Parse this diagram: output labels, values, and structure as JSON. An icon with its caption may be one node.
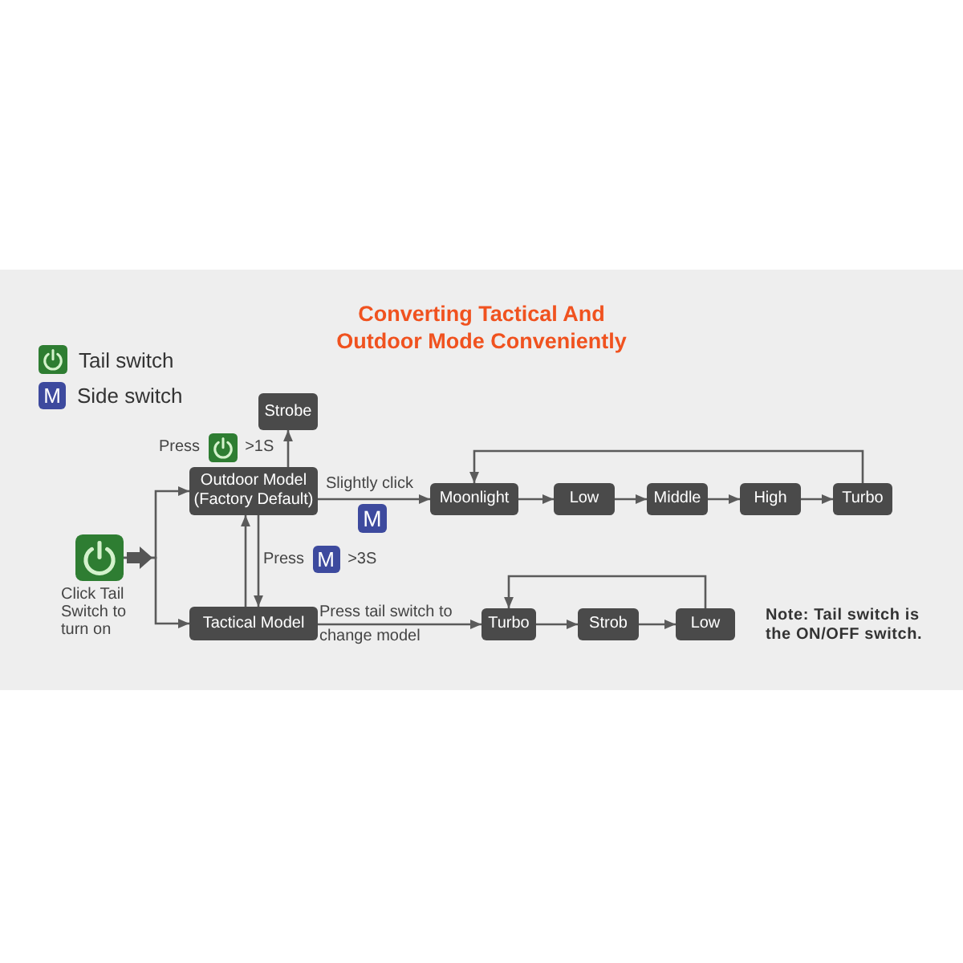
{
  "diagram": {
    "title": "Converting Tactical And Outdoor Mode Conveniently",
    "nodes": [
      {
        "text": [
          "Strobe"
        ]
      },
      {
        "text": [
          "Outdoor Model",
          "(Factory Default)"
        ]
      },
      {
        "text": [
          "Moonlight"
        ]
      },
      {
        "text": [
          "Low"
        ]
      },
      {
        "text": [
          "Middle"
        ]
      },
      {
        "text": [
          "High"
        ]
      },
      {
        "text": [
          "Turbo"
        ]
      },
      {
        "text": [],
        "shape": "picture",
        "beside": [
          "Click Tail Switch to turn on"
        ]
      },
      {
        "text": [
          "Tactical Model"
        ]
      },
      {
        "text": [
          "Turbo"
        ]
      },
      {
        "text": [
          "Strob"
        ]
      },
      {
        "text": [
          "Low"
        ]
      }
    ],
    "edges": [
      {
        "from": 7,
        "to": 1,
        "arrow": "to"
      },
      {
        "from": 7,
        "to": 8,
        "arrow": "to"
      },
      {
        "from": 1,
        "to": 0,
        "arrow": "to",
        "label": "Press >1S"
      },
      {
        "from": 1,
        "to": 2,
        "arrow": "to",
        "label": "Slightly click"
      },
      {
        "from": 2,
        "to": 3,
        "arrow": "to"
      },
      {
        "from": 3,
        "to": 4,
        "arrow": "to"
      },
      {
        "from": 4,
        "to": 5,
        "arrow": "to"
      },
      {
        "from": 5,
        "to": 6,
        "arrow": "to"
      },
      {
        "from": 6,
        "to": 2,
        "arrow": "to"
      },
      {
        "from": 1,
        "to": 8,
        "arrow": "to",
        "label": "Press M >3S"
      },
      {
        "from": 8,
        "to": 1,
        "arrow": "to"
      },
      {
        "from": 8,
        "to": 9,
        "arrow": "to",
        "label": "Press tail switch to change model"
      },
      {
        "from": 9,
        "to": 10,
        "arrow": "to"
      },
      {
        "from": 10,
        "to": 11,
        "arrow": "to"
      },
      {
        "from": 11,
        "to": 9,
        "arrow": "to"
      }
    ],
    "labels": [
      "M",
      "M",
      "Note: Tail switch is the ON/OFF switch."
    ],
    "legend": [
      {
        "text": "Tail switch",
        "color": "#2e7d32"
      },
      {
        "text": "Side switch",
        "color": "#3d4a9e"
      }
    ]
  }
}
